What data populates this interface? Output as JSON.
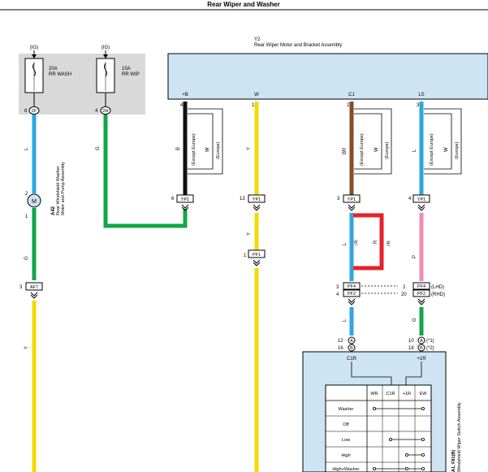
{
  "title": "Rear Wiper and Washer",
  "fuses": [
    {
      "source": "(IG)",
      "name": "20A",
      "circuit": "RR WASH",
      "pin": "8",
      "connector": "2F"
    },
    {
      "source": "(IG)",
      "name": "15A",
      "circuit": "RR WIP",
      "pin": "4",
      "connector": "2H"
    }
  ],
  "motor_assembly": {
    "id": "Y2",
    "name": "Rear Wiper Motor and Bracket Assembly"
  },
  "terminals": [
    {
      "pin": "4",
      "name": "+B"
    },
    {
      "pin": "1",
      "name": "W"
    },
    {
      "pin": "2",
      "name": "C1"
    },
    {
      "pin": "3",
      "name": "LS"
    }
  ],
  "wire_colors": {
    "L": "L",
    "G": "G",
    "Y": "Y",
    "B": "B",
    "W": "W",
    "BR": "BR",
    "R": "R",
    "P": "P"
  },
  "variants": {
    "except_europe": "(Except Europe)",
    "europe": "(Europe)",
    "v4": "(4)"
  },
  "washer_motor": {
    "id": "A42",
    "line1": "Rear Windshield Washer",
    "line2": "Motor and Pump Assembly",
    "pin_top": "1",
    "pin_bottom": "2",
    "symbol": "M"
  },
  "connectors": {
    "yp1_a": {
      "pin": "6",
      "name": "YP1"
    },
    "yp1_b": {
      "pin": "13",
      "name": "YP1"
    },
    "yp1_c": {
      "pin": "3",
      "name": "YP1"
    },
    "yp1_d": {
      "pin": "4",
      "name": "YP1"
    },
    "pf1": {
      "pin": "1",
      "name": "PF1"
    },
    "af7": {
      "pin": "3",
      "name": "AF7"
    },
    "pf4_l": {
      "pin": "3",
      "name": "PF4"
    },
    "pf2_l": {
      "pin": "4",
      "name": "PF2"
    },
    "pf4_r": {
      "pin": "2",
      "name": "PF4",
      "note": "(LHD)"
    },
    "pf2_r": {
      "pin": "20",
      "name": "PF2",
      "note": "(RHD)"
    }
  },
  "switch_pins": {
    "left": [
      {
        "pin": "12",
        "id": "A"
      },
      {
        "pin": "16",
        "id": "B"
      }
    ],
    "right": [
      {
        "pin": "10",
        "id": "A",
        "note": "(*1)"
      },
      {
        "pin": "18",
        "id": "B",
        "note": "(*2)"
      }
    ]
  },
  "switch_assembly": {
    "id": "A1, F81(B)",
    "name": "Windshield Wiper Switch Assembly",
    "terminal_left": "C1R",
    "terminal_right": "+1R",
    "columns": [
      "WR",
      "C1R",
      "+1R",
      "EW"
    ],
    "rows": [
      "Washer",
      "Off",
      "Low",
      "High",
      "High+Washer"
    ]
  },
  "colors": {
    "blue": "#2ea6e0",
    "green": "#12a64a",
    "yellow": "#f5d800",
    "black": "#111111",
    "brown": "#8b4a26",
    "red": "#e6212a",
    "pink": "#f08ab4",
    "panel": "#cde4f5",
    "fuse_bg": "#d9d9d9"
  }
}
